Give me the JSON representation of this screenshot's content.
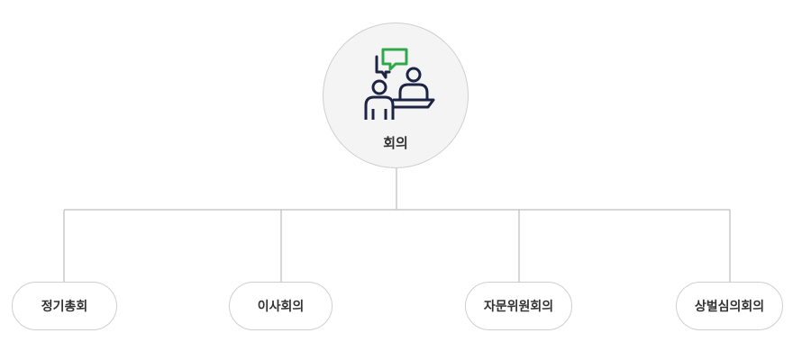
{
  "colors": {
    "line": "#c8c8c8",
    "root_fill": "#f4f4f4",
    "border": "#cfcfcf",
    "icon_dark": "#1d2342",
    "icon_accent": "#2fa84a",
    "text": "#333333"
  },
  "root": {
    "icon": "meeting-icon",
    "label": "회의"
  },
  "children": [
    {
      "label": "정기총회"
    },
    {
      "label": "이사회의"
    },
    {
      "label": "자문위원회의"
    },
    {
      "label": "상벌심의회의"
    }
  ]
}
